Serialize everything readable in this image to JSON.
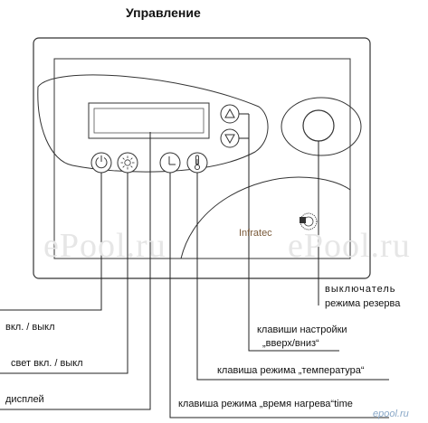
{
  "title": "Управление",
  "brand": "Infratec",
  "watermark": "ePool.ru",
  "corner_logo": "epool.ru",
  "labels": {
    "reserve_switch_line1": "выключатель",
    "reserve_switch_line2": "режима резерва",
    "updown_line1": "клавиши настройки",
    "updown_line2": "„вверх/вниз“",
    "power": "вкл. / выкл",
    "light": "свет вкл. / выкл",
    "temperature_key": "клавиша режима „температура“",
    "display": "дисплей",
    "time_key": "клавиша режима „время нагрева“time"
  },
  "icons": [
    "power-icon",
    "light-icon",
    "clock-icon",
    "thermometer-icon",
    "up-arrow-icon",
    "down-arrow-icon"
  ],
  "colors": {
    "line": "#222222",
    "watermark": "#e6e6e6",
    "brand": "#7a5a3a",
    "corner_logo": "#8aa8c8"
  }
}
